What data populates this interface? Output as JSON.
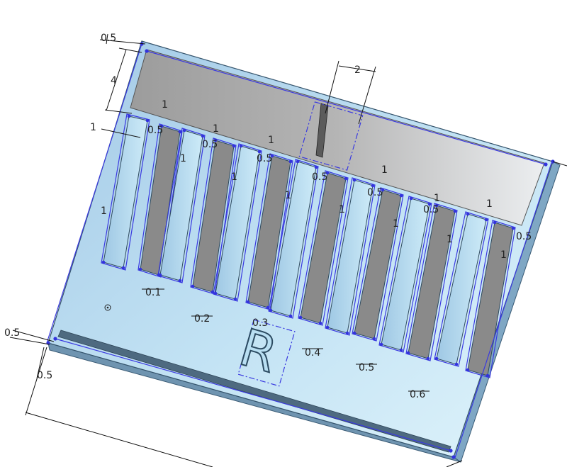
{
  "model": {
    "letter": "R",
    "colors": {
      "plate_light": "#cfe9f6",
      "plate_mid": "#a9d0ea",
      "plate_edge": "#5a7f98",
      "wall_gray": "#a8a8a8",
      "wall_light": "#e4e6e8",
      "slot_fill": "#b6dcef",
      "sketch_blue": "#3a3ae0"
    }
  },
  "dimensions": {
    "top_left_margin": "0.5",
    "height_top": "4",
    "width_gap": "2",
    "side_one": "1",
    "wall_thickness": "0.5",
    "slot_width": "1",
    "margin_left": "0.5",
    "margin_bottom": "0.5",
    "margin_right": "0.5",
    "clearances": [
      "0.1",
      "0.2",
      "0.3",
      "0.4",
      "0.5",
      "0.6"
    ]
  }
}
